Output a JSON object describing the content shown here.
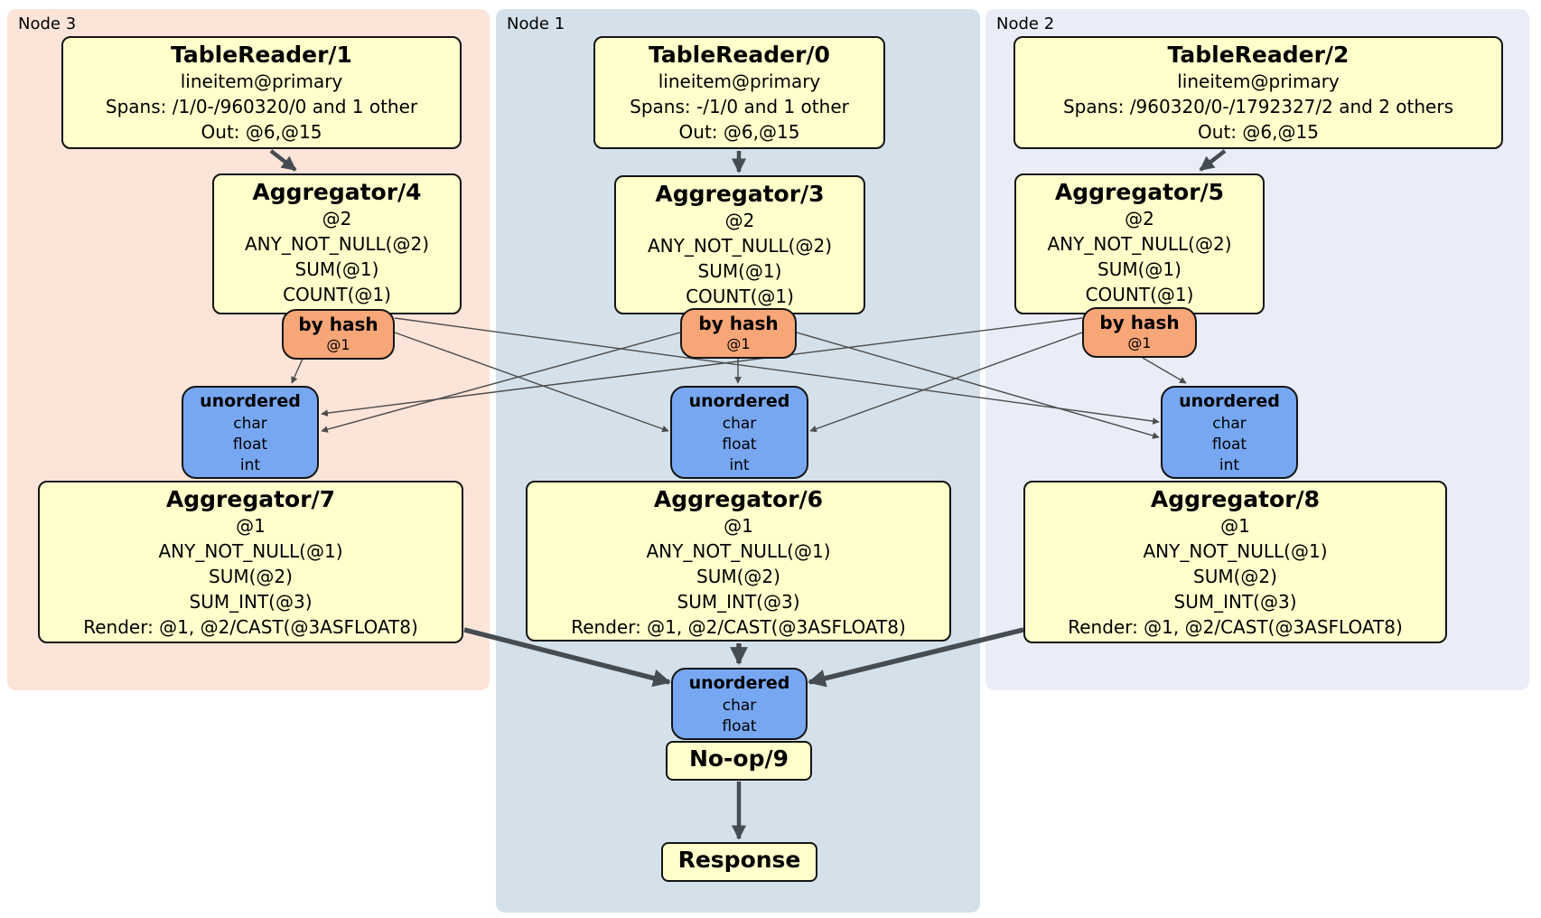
{
  "colors": {
    "node3_bg": "#fce4d8",
    "node1_bg": "#d4e1ea",
    "node2_bg": "#eaedf7",
    "box_bg": "#ffffcc",
    "box_border": "#141414",
    "router_bg": "#f7a678",
    "sync_bg": "#78a7f1",
    "thin_edge": "#4c4c4c",
    "thick_edge": "#454c52"
  },
  "regions": {
    "node3": {
      "label": "Node 3"
    },
    "node1": {
      "label": "Node 1"
    },
    "node2": {
      "label": "Node 2"
    }
  },
  "boxes": {
    "tr1": {
      "title": "TableReader/1",
      "lines": [
        "lineitem@primary",
        "Spans: /1/0-/960320/0 and 1 other",
        "Out: @6,@15"
      ]
    },
    "tr0": {
      "title": "TableReader/0",
      "lines": [
        "lineitem@primary",
        "Spans: -/1/0 and 1 other",
        "Out: @6,@15"
      ]
    },
    "tr2": {
      "title": "TableReader/2",
      "lines": [
        "lineitem@primary",
        "Spans: /960320/0-/1792327/2 and 2 others",
        "Out: @6,@15"
      ]
    },
    "agg4": {
      "title": "Aggregator/4",
      "lines": [
        "@2",
        "ANY_NOT_NULL(@2)",
        "SUM(@1)",
        "COUNT(@1)"
      ]
    },
    "agg3": {
      "title": "Aggregator/3",
      "lines": [
        "@2",
        "ANY_NOT_NULL(@2)",
        "SUM(@1)",
        "COUNT(@1)"
      ]
    },
    "agg5": {
      "title": "Aggregator/5",
      "lines": [
        "@2",
        "ANY_NOT_NULL(@2)",
        "SUM(@1)",
        "COUNT(@1)"
      ]
    },
    "agg7": {
      "title": "Aggregator/7",
      "lines": [
        "@1",
        "ANY_NOT_NULL(@1)",
        "SUM(@2)",
        "SUM_INT(@3)",
        "Render: @1, @2/CAST(@3ASFLOAT8)"
      ]
    },
    "agg6": {
      "title": "Aggregator/6",
      "lines": [
        "@1",
        "ANY_NOT_NULL(@1)",
        "SUM(@2)",
        "SUM_INT(@3)",
        "Render: @1, @2/CAST(@3ASFLOAT8)"
      ]
    },
    "agg8": {
      "title": "Aggregator/8",
      "lines": [
        "@1",
        "ANY_NOT_NULL(@1)",
        "SUM(@2)",
        "SUM_INT(@3)",
        "Render: @1, @2/CAST(@3ASFLOAT8)"
      ]
    },
    "noop": {
      "title": "No-op/9"
    },
    "response": {
      "title": "Response"
    }
  },
  "routers": {
    "r3": {
      "title": "by hash",
      "sub": "@1"
    },
    "r1": {
      "title": "by hash",
      "sub": "@1"
    },
    "r2": {
      "title": "by hash",
      "sub": "@1"
    }
  },
  "syncs": {
    "u3": {
      "title": "unordered",
      "lines": [
        "char",
        "float",
        "int"
      ]
    },
    "u1": {
      "title": "unordered",
      "lines": [
        "char",
        "float",
        "int"
      ]
    },
    "u2": {
      "title": "unordered",
      "lines": [
        "char",
        "float",
        "int"
      ]
    },
    "ufinal": {
      "title": "unordered",
      "lines": [
        "char",
        "float"
      ]
    }
  }
}
